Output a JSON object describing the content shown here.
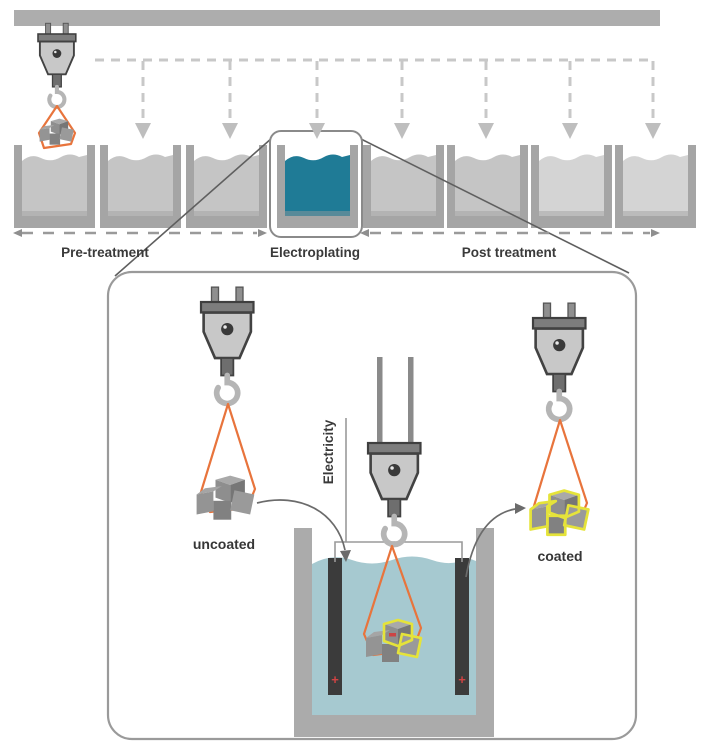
{
  "process_overview": {
    "stages": [
      {
        "label": "Pre-treatment"
      },
      {
        "label": "Electroplating"
      },
      {
        "label": "Post treatment"
      }
    ],
    "tank_count": 8,
    "highlighted_tank": "Electroplating"
  },
  "detail_view": {
    "uncoated_label": "uncoated",
    "coated_label": "coated",
    "electricity_label": "Electricity",
    "anode_left_polarity": "+",
    "anode_right_polarity": "+"
  },
  "colors": {
    "electroplating_bath_teal": "#1F7B96",
    "detail_bath_blue": "#A6C9D0",
    "sling_orange": "#E8743C",
    "coating_yellow": "#E5E33A",
    "electrode_dark": "#3B3B3B",
    "polarity_red": "#D04343",
    "tank_wall_gray": "#A5A5A5",
    "pretreat_liquid_gray": "#C5C5C5",
    "posttreat_liquid_gray": "#D4D4D4",
    "beam_gray": "#ADADAD"
  }
}
